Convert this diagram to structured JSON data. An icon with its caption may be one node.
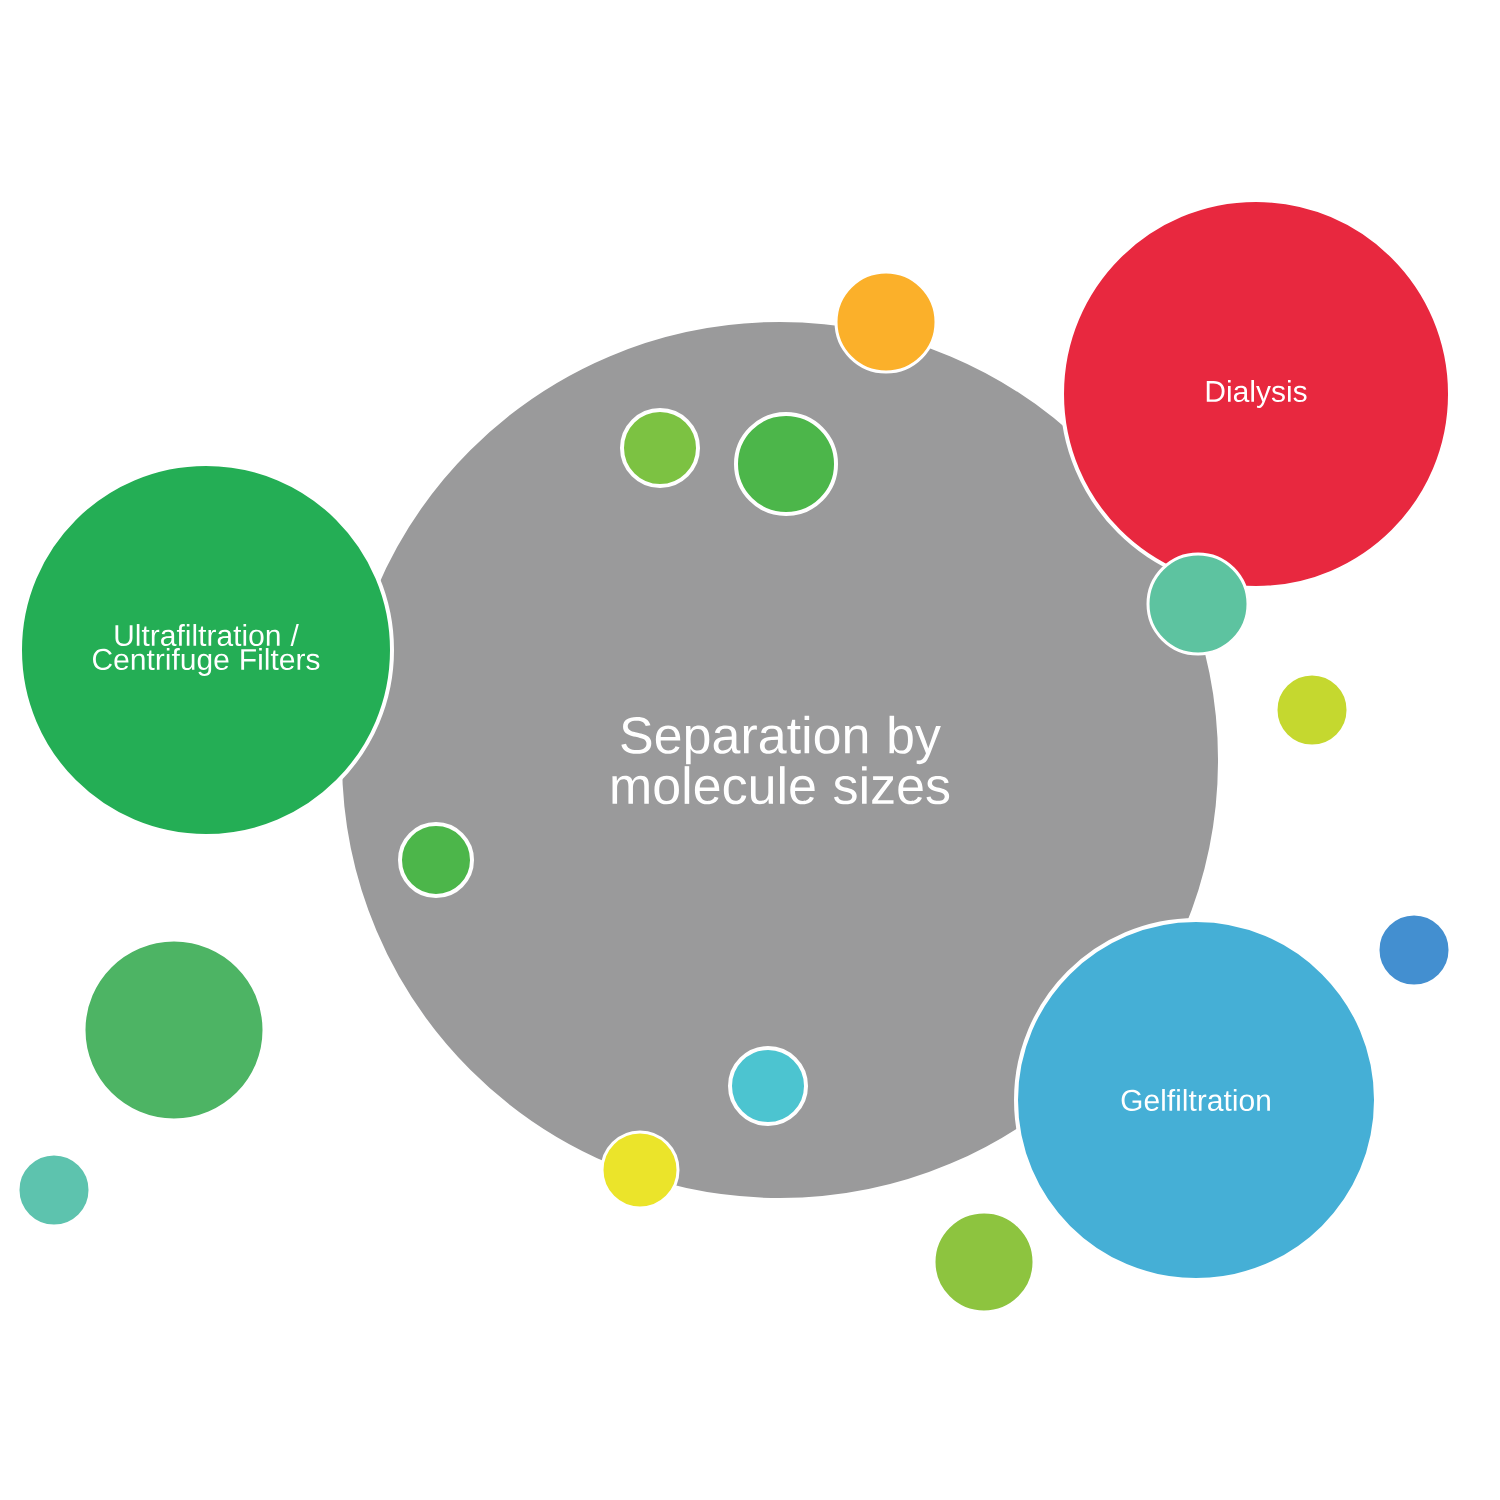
{
  "diagram": {
    "nodes": [
      {
        "text": [
          "Separation by molecule sizes"
        ]
      },
      {
        "text": [
          "Ultrafiltration / Centrifuge Filters"
        ]
      },
      {
        "text": [
          "Dialysis"
        ]
      },
      {
        "text": [
          "Gelfiltration"
        ]
      },
      {
        "text": [],
        "shape": "circle"
      },
      {
        "text": [],
        "shape": "circle"
      },
      {
        "text": [],
        "shape": "circle",
        "in": 0
      },
      {
        "text": [],
        "shape": "circle"
      },
      {
        "text": [],
        "shape": "circle",
        "in": 0
      },
      {
        "text": [],
        "shape": "circle",
        "in": 0
      },
      {
        "text": [],
        "shape": "circle",
        "in": 0
      },
      {
        "text": [],
        "shape": "circle"
      },
      {
        "text": [],
        "shape": "circle"
      },
      {
        "text": [],
        "shape": "circle"
      },
      {
        "text": [],
        "shape": "circle"
      },
      {
        "text": [],
        "shape": "circle"
      }
    ],
    "edges": []
  }
}
